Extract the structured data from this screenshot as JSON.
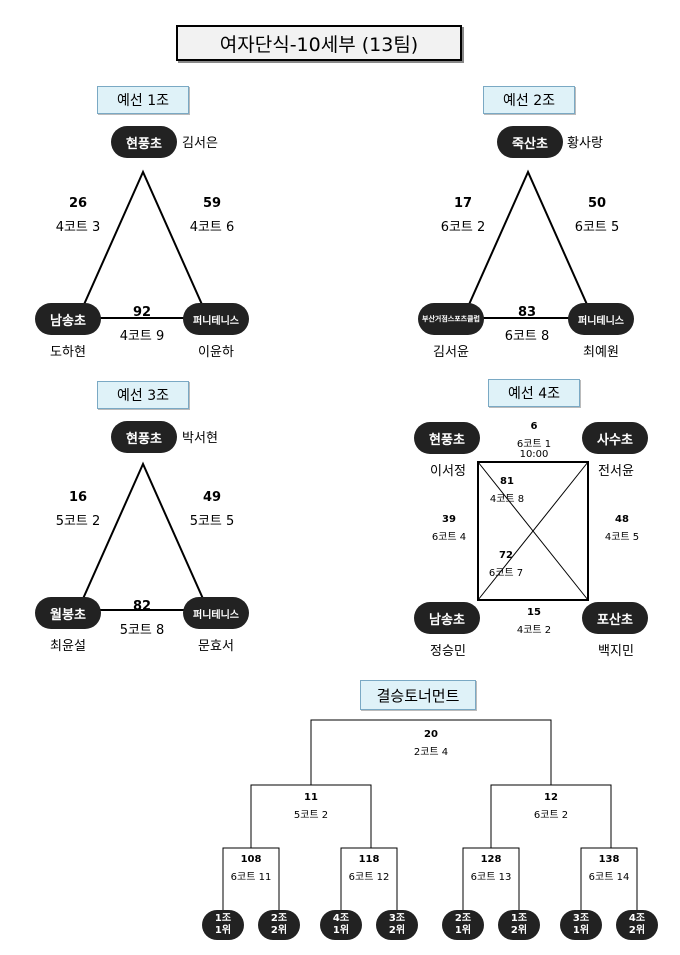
{
  "title": "여자단식-10세부 (13팀)",
  "groups": [
    {
      "label": "예선 1조",
      "top": {
        "school": "현풍초",
        "player": "김서은"
      },
      "left": {
        "school": "남송초",
        "player": "도하현"
      },
      "right": {
        "school": "퍼니테니스",
        "player": "이윤하"
      },
      "matches": [
        {
          "num": "26",
          "court": "4코트 3"
        },
        {
          "num": "59",
          "court": "4코트 6"
        },
        {
          "num": "92",
          "court": "4코트 9"
        }
      ]
    },
    {
      "label": "예선 2조",
      "top": {
        "school": "죽산초",
        "player": "황사랑"
      },
      "left": {
        "school": "부산거점스포츠클럽",
        "player": "김서윤"
      },
      "right": {
        "school": "퍼니테니스",
        "player": "최예원"
      },
      "matches": [
        {
          "num": "17",
          "court": "6코트 2"
        },
        {
          "num": "50",
          "court": "6코트 5"
        },
        {
          "num": "83",
          "court": "6코트 8"
        }
      ]
    },
    {
      "label": "예선 3조",
      "top": {
        "school": "현풍초",
        "player": "박서현"
      },
      "left": {
        "school": "월봉초",
        "player": "최윤설"
      },
      "right": {
        "school": "퍼니테니스",
        "player": "문효서"
      },
      "matches": [
        {
          "num": "16",
          "court": "5코트 2"
        },
        {
          "num": "49",
          "court": "5코트 5"
        },
        {
          "num": "82",
          "court": "5코트 8"
        }
      ]
    },
    {
      "label": "예선 4조",
      "tl": {
        "school": "현풍초",
        "player": "이서정"
      },
      "tr": {
        "school": "사수초",
        "player": "전서윤"
      },
      "bl": {
        "school": "남송초",
        "player": "정승민"
      },
      "br": {
        "school": "포산초",
        "player": "백지민"
      },
      "matches": {
        "top": {
          "num": "6",
          "court": "6코트 1",
          "time": "10:00"
        },
        "diag1": {
          "num": "81",
          "court": "4코트 8"
        },
        "left": {
          "num": "39",
          "court": "6코트 4"
        },
        "right": {
          "num": "48",
          "court": "4코트 5"
        },
        "diag2": {
          "num": "72",
          "court": "6코트 7"
        },
        "bottom": {
          "num": "15",
          "court": "4코트 2"
        }
      }
    }
  ],
  "final": {
    "label": "결승토너먼트",
    "final_match": {
      "num": "20",
      "court": "2코트 4"
    },
    "semis": [
      {
        "num": "11",
        "court": "5코트 2"
      },
      {
        "num": "12",
        "court": "6코트 2"
      }
    ],
    "quarters": [
      {
        "num": "108",
        "court": "6코트 11"
      },
      {
        "num": "118",
        "court": "6코트 12"
      },
      {
        "num": "128",
        "court": "6코트 13"
      },
      {
        "num": "138",
        "court": "6코트 14"
      }
    ],
    "seeds": [
      {
        "group": "1조",
        "rank": "1위"
      },
      {
        "group": "2조",
        "rank": "2위"
      },
      {
        "group": "4조",
        "rank": "1위"
      },
      {
        "group": "3조",
        "rank": "2위"
      },
      {
        "group": "2조",
        "rank": "1위"
      },
      {
        "group": "1조",
        "rank": "2위"
      },
      {
        "group": "3조",
        "rank": "1위"
      },
      {
        "group": "4조",
        "rank": "2위"
      }
    ]
  }
}
